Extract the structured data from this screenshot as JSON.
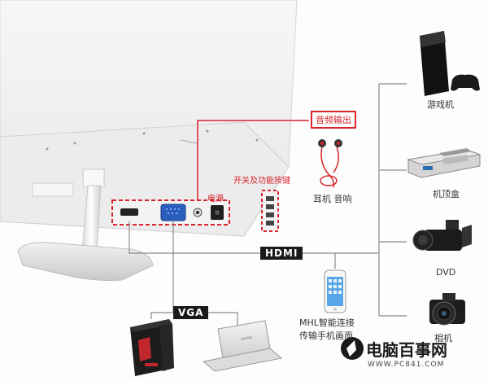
{
  "labels": {
    "audio_out": "音频输出",
    "power": "电源",
    "switch_func": "开关及功能按键",
    "hdmi": "HDMI",
    "vga": "VGA",
    "game_console": "游戏机",
    "set_top_box": "机顶盒",
    "dvd": "DVD",
    "camera": "相机",
    "earphone": "耳机 音响",
    "mhl_line1": "MHL智能连接",
    "mhl_line2": "传输手机画面"
  },
  "watermark": {
    "brand": "电脑百事网",
    "url": "WWW.PC841.COM"
  },
  "colors": {
    "accent_red": "#d8242b",
    "line_gray": "#8a8a8a",
    "tag_black": "#1a1a1a"
  }
}
